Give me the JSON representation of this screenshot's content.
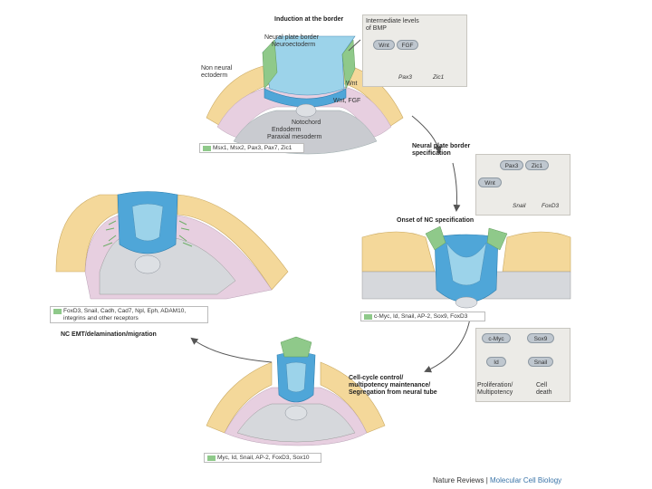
{
  "top": {
    "title": "Induction at the border",
    "neural_plate_border": "Neural plate border",
    "neuroectoderm": "Neuroectoderm",
    "non_neural": "Non neural",
    "ectoderm": "ectoderm",
    "wnt": "Wnt",
    "wnt_fgf": "Wnt, FGF",
    "notochord": "Notochord",
    "endoderm": "Endoderm",
    "paraxial_mesoderm": "Paraxial mesoderm",
    "legend": "Msx1, Msx2, Pax3, Pax7, Zic1"
  },
  "bmp_box": {
    "title_line1": "Intermediate levels",
    "title_line2": "of BMP",
    "node_wnt": "Wnt",
    "node_fgf": "FGF",
    "gene_1": "Pax3",
    "gene_2": "Zic1"
  },
  "right_upper": {
    "step_line1": "Neural plate border",
    "step_line2": "specification",
    "node_pax3": "Pax3",
    "node_zic1": "Zic1",
    "node_wnt": "Wnt",
    "gene_1": "Snail",
    "gene_2": "FoxD3",
    "onset": "Onset of NC specification",
    "legend": "c-Myc, Id, Snail, AP-2, Sox9, FoxD3"
  },
  "left": {
    "legend_line1": "FoxD3, Snail, Cadh, Cad7, Npl, Eph, ADAM10,",
    "legend_line2": "integrins and other receptors",
    "step": "NC EMT/delamination/migration"
  },
  "bottom": {
    "step_line1": "Cell-cycle control/",
    "step_line2": "multipotency maintenance/",
    "step_line3": "Segregation from neural tube",
    "legend": "Myc, Id, Snail, AP-2, FoxD3, Sox10"
  },
  "cell_box": {
    "node_cmyc": "c-Myc",
    "node_sox9": "Sox9",
    "node_id": "Id",
    "node_snail": "Snail",
    "out_1_line1": "Proliferation/",
    "out_1_line2": "Multipotency",
    "out_2_line1": "Cell",
    "out_2_line2": "death"
  },
  "credit": {
    "journal": "Nature Reviews",
    "section": "Molecular Cell Biology"
  },
  "colors": {
    "neural": "#4fa6d8",
    "border": "#8fc98a",
    "ectoderm": "#f4d89a",
    "mesoderm": "#c9cbd0",
    "endoderm": "#e7cfe0",
    "arrow": "#555555"
  }
}
